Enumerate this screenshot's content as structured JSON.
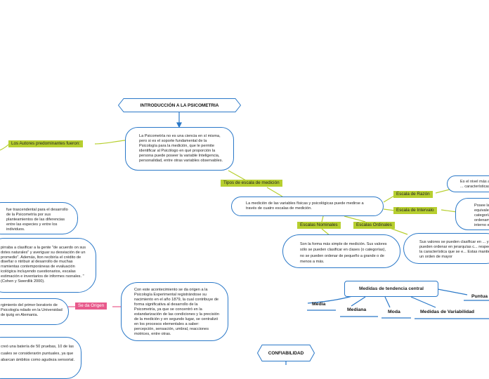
{
  "main_topic": "INTRODUCCIÓN A LA PSICOMETRIA",
  "main_definition": "La Psicometría no es una ciencia en sí misma, pero si es el soporte fundamental de la Psicología para la medición, que le permite identificar al Psicólogo en qué proporción la persona puede poseer la variable Inteligencia, personalidad, entre otras variables observables.",
  "labels": {
    "autores": "Los Autores predominantes fueron:",
    "tipos_escala": "Tipos de escala de medición",
    "escala_razon": "Escala de Razón",
    "escala_intervalo": "Escala de Intervalo",
    "escalas_nominales": "Escalas Nominales",
    "escalas_ordinales": "Escalas Ordinales",
    "se_da_origen": "Se da Origen"
  },
  "escalas_text": "La medición de las variables físicas y psicológicas puede medirse a través de cuatro escalas de medición.",
  "razon_text": "Es el nivel más alto ... características",
  "intervalo_text": "Posee la ... equivale ... categoría ... ordenam ... interno e",
  "nominales_text": "Son la forma más simple de medición. Sus valores sólo se pueden clasificar en clases (o categorías), no se pueden ordenar de pequeño a grande o de menos a más.",
  "ordinales_text": "Sus valores se pueden clasificar en ... y se pueden ordenar en jerarquías c... respecto a la característica que se e... Estas mantienen un orden de mayor",
  "origen_text": "Con este acontecimiento se da origen a la Psicología Experimental registrándose su nacimiento en el año 1879, la cual contribuye de forma significativa al desarrollo de la Psicometría, ya que se concentró en la estandarización de las condiciones y la precisión de la medición y en segundo lugar, se centralizó en los procesos elementales a saber: percepción, sensación, umbral, reacciones motrices, entre otras.",
  "left_cards": [
    "fue trascendental para el desarrollo de la Psicometría por sus planteamientos de las diferencias entre las especies y entre los individuos.",
    "pirraba a clasificar a la gente \"de acuerdo on sus dotes naturales\" y averiguar su desviación de un promedio\". Además, lton recibiría el crédito de diseñar o ntribuir al desarrollo de muchas rramientas contemporáneas de evaluación icológica incluyendo cuestionarios, escalas estimación e inventarios de informes rsonales. \"(Cohen y Swerdlik 2000).",
    "rgimiento del primer boratorio de Psicología ndado en la Universidad de ipzig en Alemania.",
    "creó una batería de 50 pruebas, 10 de las cuales se considerarón puntuales, ya que abarcan ámbitos como agudeza sensorial."
  ],
  "tendencia": {
    "title": "Medidas de tendencia central",
    "media": "Media",
    "mediana": "Mediana",
    "moda": "Moda",
    "variabilidad": "Medidas de Variabilidad",
    "puntuaciones": "Puntua"
  },
  "confiabilidad": "CONFIABILIDAD",
  "colors": {
    "border": "#2a78c8",
    "green_tag": "#b7cf2f",
    "pink_tag": "#e85a8c",
    "link_blue": "#2a78c8",
    "link_green": "#b7cf2f"
  }
}
